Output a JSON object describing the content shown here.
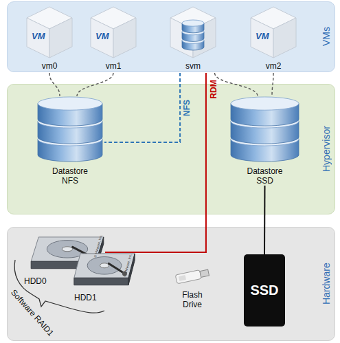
{
  "diagram": {
    "nodes": [
      {
        "text": [
          "VMs"
        ]
      },
      {
        "text": [
          "VM",
          "vm0"
        ],
        "in": 0
      },
      {
        "text": [
          "VM",
          "vm1"
        ],
        "in": 0
      },
      {
        "text": [
          "svm"
        ],
        "in": 0
      },
      {
        "text": [
          "VM",
          "vm2"
        ],
        "in": 0
      },
      {
        "text": [
          "Hypervisor"
        ]
      },
      {
        "text": [
          "Datastore NFS"
        ],
        "in": 5
      },
      {
        "text": [
          "Datastore SSD"
        ],
        "in": 5
      },
      {
        "text": [
          "Hardware"
        ]
      },
      {
        "text": [
          "HDD0"
        ],
        "in": 8
      },
      {
        "text": [
          "HDD1"
        ],
        "in": 8
      },
      {
        "text": [
          "Flash Drive"
        ],
        "in": 8
      },
      {
        "text": [
          "SSD"
        ],
        "in": 8
      }
    ],
    "edges": [
      {
        "from": 1,
        "to": 6,
        "arrow": "none"
      },
      {
        "from": 2,
        "to": 6,
        "arrow": "none"
      },
      {
        "from": 3,
        "to": 6,
        "label": "NFS",
        "arrow": "none"
      },
      {
        "from": 3,
        "to": 9,
        "label": "RDM",
        "arrow": "none"
      },
      {
        "from": 3,
        "to": 7,
        "arrow": "none"
      },
      {
        "from": 4,
        "to": 7,
        "arrow": "none"
      },
      {
        "from": 7,
        "to": 12,
        "arrow": "none"
      }
    ],
    "labels": [
      "Software RAID1",
      "© VMware, Inc.",
      "© VMware, Inc."
    ]
  }
}
